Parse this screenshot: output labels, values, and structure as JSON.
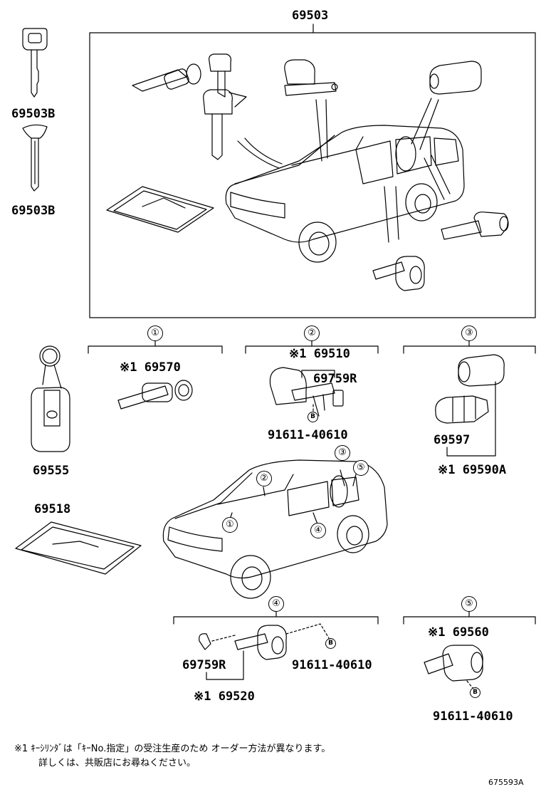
{
  "top_box_label": "69503",
  "key_parts": [
    "69503B",
    "69503B"
  ],
  "section_numbers": [
    "①",
    "②",
    "③",
    "④",
    "⑤"
  ],
  "b_mark": "B",
  "callouts": [
    "①",
    "②",
    "③",
    "④",
    "⑤"
  ],
  "parts": {
    "keyring": "69555",
    "plate": "69518",
    "s1_cyl": "※1 69570",
    "s2_cyl": "※1 69510",
    "s2_lever": "69759R",
    "s2_bolt": "91611-40610",
    "s3_sleeve": "69597",
    "s3_assy": "※1 69590A",
    "s4_lever": "69759R",
    "s4_bolt": "91611-40610",
    "s4_assy": "※1 69520",
    "s5_cyl": "※1 69560",
    "s5_bolt": "91611-40610"
  },
  "footnote": {
    "line1": "※1 ｷｰｼﾘﾝﾀﾞは「ｷｰNo.指定」の受注生産のため オーダー方法が異なります。",
    "line2": "詳しくは、共販店にお尋ねください。"
  },
  "ref_code": "675593A"
}
